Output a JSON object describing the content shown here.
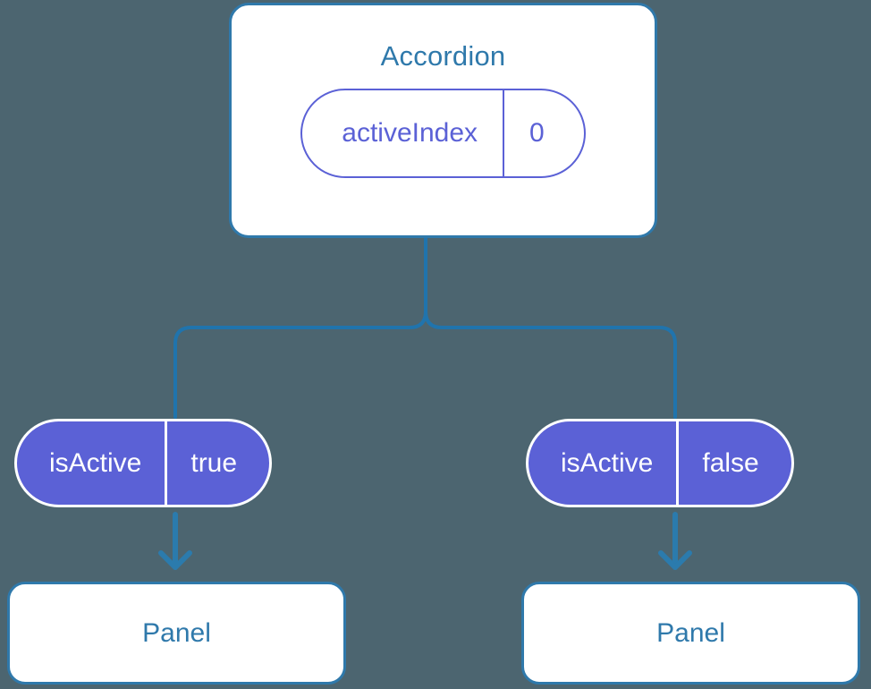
{
  "diagram": {
    "title_text": "Accordion",
    "background_color": "#4c6570",
    "accent_blue": "#2f79ab",
    "connector_blue": "#2074ad",
    "prop_purple": "#5b61d6",
    "card_fill": "#ffffff"
  },
  "root": {
    "label": "Accordion",
    "state": {
      "key": "activeIndex",
      "value": "0"
    }
  },
  "branches": [
    {
      "prop": {
        "key": "isActive",
        "value": "true"
      },
      "child": {
        "label": "Panel"
      }
    },
    {
      "prop": {
        "key": "isActive",
        "value": "false"
      },
      "child": {
        "label": "Panel"
      }
    }
  ]
}
